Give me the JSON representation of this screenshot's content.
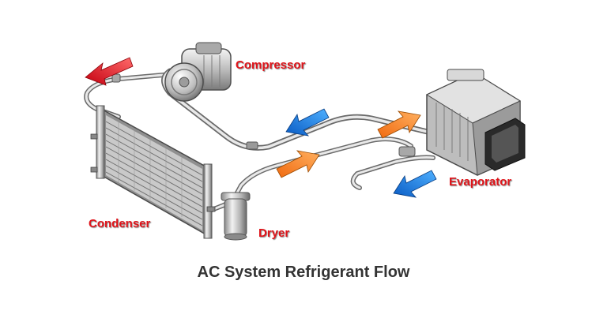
{
  "title": "AC System Refrigerant Flow",
  "labels": {
    "compressor": "Compressor",
    "evaporator": "Evaporator",
    "condenser": "Condenser",
    "dryer": "Dryer"
  },
  "colors": {
    "label_red": "#e0141a",
    "title_dark": "#333333",
    "arrow_red": "#e8101a",
    "arrow_blue": "#1a78e0",
    "arrow_orange": "#f07d18",
    "metal_light": "#e6e6e6",
    "metal_dark": "#6f6f6f"
  },
  "flow_arrows": [
    {
      "name": "hot-gas-outlet-arrow",
      "color": "red"
    },
    {
      "name": "suction-return-arrow",
      "color": "blue"
    },
    {
      "name": "evaporator-outlet-arrow",
      "color": "blue"
    },
    {
      "name": "liquid-line-arrow",
      "color": "orange"
    },
    {
      "name": "evaporator-inlet-arrow",
      "color": "orange"
    }
  ]
}
